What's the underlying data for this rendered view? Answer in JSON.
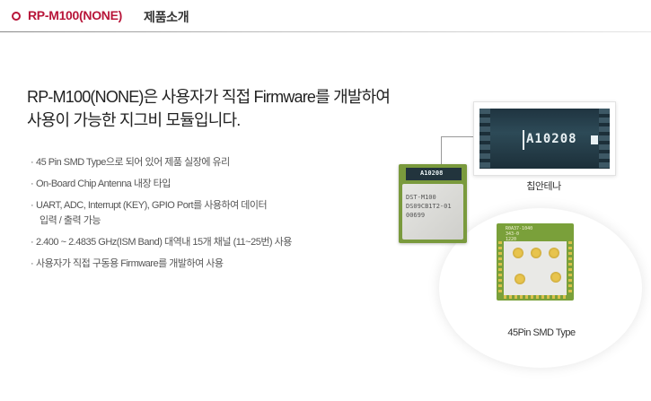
{
  "header": {
    "model": "RP-M100(NONE)",
    "section": "제품소개",
    "colors": {
      "accent": "#b8163a",
      "text": "#333333"
    }
  },
  "intro": {
    "line1": "RP-M100(NONE)은 사용자가 직접 Firmware를 개발하여",
    "line2": "사용이 가능한 지그비 모듈입니다."
  },
  "features": [
    {
      "bullet": "·",
      "text": "45 Pin SMD Type으로 되어 있어 제품 실장에 유리"
    },
    {
      "bullet": "·",
      "text": "On-Board Chip Antenna 내장 타입"
    },
    {
      "bullet": "·",
      "text": "UART, ADC, Interrupt (KEY), GPIO Port를 사용하여 데이터",
      "continuation": "입력 / 출력 가능"
    },
    {
      "bullet": "·",
      "text": "2.400 ~ 2.4835 GHz(ISM Band) 대역내 15개 채널 (11~25번) 사용"
    },
    {
      "bullet": "·",
      "text": "사용자가 직접 구동용 Firmware를 개발하여 사용"
    }
  ],
  "images": {
    "antenna": {
      "chip_text": "A10208",
      "label": "칩안테나"
    },
    "module_top": {
      "antenna_text": "A10208",
      "can_lines": [
        "DST-M100",
        "DS09CB1T2-01",
        "00699"
      ]
    },
    "module_bottom": {
      "silk_lines": [
        "R0A37-1040",
        "343-0",
        "1220"
      ],
      "label": "45Pin SMD Type"
    }
  }
}
